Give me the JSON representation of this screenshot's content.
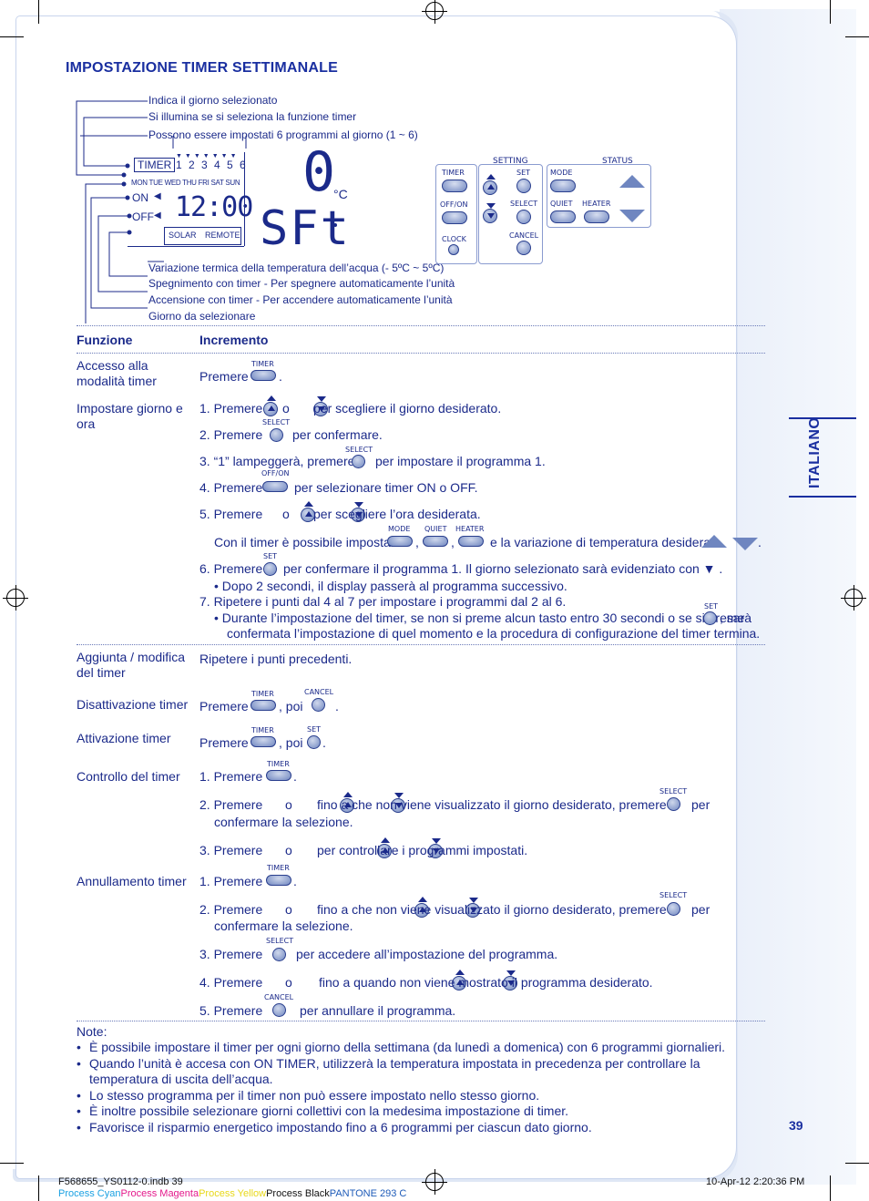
{
  "title": "IMPOSTAZIONE TIMER SETTIMANALE",
  "side_tab": "ITALIANO",
  "page_number": "39",
  "diagram": {
    "top_labels": [
      "Indica il giorno selezionato",
      "Si illumina se si seleziona la funzione timer",
      "Possono essere impostati 6 programmi al giorno (1 ~ 6)"
    ],
    "bottom_labels": [
      "Variazione termica della temperatura dell’acqua (- 5ºC ~ 5ºC)",
      "Spegnimento con timer - Per spegnere automaticamente l’unità",
      "Accensione con timer - Per accendere automaticamente l’unità",
      "Giorno da selezionare"
    ],
    "lcd": {
      "timer": "TIMER",
      "programs": "1 2 3 4 5 6",
      "days": "MON TUE WED THU FRI SAT SUN",
      "on": "ON",
      "off": "OFF",
      "time": "12:00",
      "big_digit": "0",
      "unit": "°C",
      "sft": "SFt",
      "solar": "SOLAR",
      "remote": "REMOTE"
    },
    "remote": {
      "setting": "SETTING",
      "status": "STATUS",
      "timer": "TIMER",
      "set": "SET",
      "mode": "MODE",
      "offon": "OFF/ON",
      "select": "SELECT",
      "quiet": "QUIET",
      "heater": "HEATER",
      "clock": "CLOCK",
      "cancel": "CANCEL"
    }
  },
  "table": {
    "col1": "Funzione",
    "col2": "Incremento",
    "btn": {
      "timer": "TIMER",
      "select": "SELECT",
      "offon": "OFF/ON",
      "mode": "MODE",
      "quiet": "QUIET",
      "heater": "HEATER",
      "set": "SET",
      "cancel": "CANCEL"
    },
    "rows": {
      "r1_label": "Accesso alla modalità timer",
      "r1_a": "Premere",
      "r2_label": "Impostare giorno e ora",
      "s1a": "1.  Premere",
      "s1b": "o",
      "s1c": "per scegliere il giorno desiderato.",
      "s2a": "2.  Premere",
      "s2b": "per confermare.",
      "s3a": "3.  “1” lampeggerà, premere",
      "s3b": "per impostare il programma 1.",
      "s4a": "4.  Premere",
      "s4b": "per selezionare timer ON o OFF.",
      "s5a": "5.  Premere",
      "s5b": "o",
      "s5c": "per scegliere l’ora desiderata.",
      "s5d": "Con il timer è possibile impostare",
      "s5e": "e la variazione di temperatura desiderata",
      "s6a": "6.  Premere",
      "s6b": "per confermare il programma 1. Il giorno selezionato sarà evidenziato con ▼ .",
      "s6c": "•   Dopo 2 secondi, il display passerà al programma successivo.",
      "s7a": "7.  Ripetere i punti dal 4 al 7 per impostare i programmi dal 2 al 6.",
      "s7b": "•   Durante l’impostazione del timer, se non si preme alcun tasto entro 30 secondi o se si preme",
      "s7c": ", sarà",
      "s7d": "confermata l’impostazione di quel momento e la procedura di configurazione del timer termina.",
      "r3_label": "Aggiunta / modifica del timer",
      "r3_a": "Ripetere i punti precedenti.",
      "r4_label": "Disattivazione timer",
      "r4_a": "Premere",
      "r4_b": ", poi",
      "r5_label": "Attivazione timer",
      "r5_a": "Premere",
      "r5_b": ", poi",
      "r6_label": "Controllo del timer",
      "c1": "1. Premere",
      "c2a": "2. Premere",
      "c2b": "o",
      "c2c": "fino a che non viene visualizzato il giorno desiderato, premere",
      "c2d": "per",
      "c2e": "confermare la selezione.",
      "c3a": "3. Premere",
      "c3b": "o",
      "c3c": "per controllare i programmi impostati.",
      "r7_label": "Annullamento timer",
      "a1": "1. Premere",
      "a2a": "2. Premere",
      "a2b": "o",
      "a2c": "fino a che non viene visualizzato il giorno desiderato, premere",
      "a2d": "per",
      "a2e": "confermare la selezione.",
      "a3a": "3.  Premere",
      "a3b": "per accedere all’impostazione del programma.",
      "a4a": "4.  Premere",
      "a4b": "o",
      "a4c": "fino a quando non viene mostrato il programma desiderato.",
      "a5a": "5.  Premere",
      "a5b": "per annullare il programma."
    }
  },
  "notes": {
    "label": "Note:",
    "items": [
      "È possibile impostare il timer per ogni giorno della settimana (da lunedì a domenica) con 6 programmi giornalieri.",
      "Quando l’unità è accesa con ON TIMER, utilizzerà la temperatura impostata in precedenza per controllare la temperatura di uscita dell’acqua.",
      "Lo stesso programma per il timer non può essere impostato nello stesso giorno.",
      "È inoltre possibile selezionare giorni collettivi con la medesima impostazione di timer.",
      "Favorisce il risparmio energetico impostando fino a 6 programmi per ciascun dato giorno."
    ]
  },
  "footer": {
    "file": "F568655_YS0112-0.indb   39",
    "date": "10-Apr-12   2:20:36 PM",
    "cyan": "Process Cyan",
    "magenta": "Process Magenta",
    "yellow": "Process Yellow",
    "black": "Process Black",
    "pantone": "PANTONE 293 C"
  },
  "colors": {
    "text": "#1b2a8a",
    "title": "#1a2fa0",
    "frame": "#dfe7f5"
  }
}
